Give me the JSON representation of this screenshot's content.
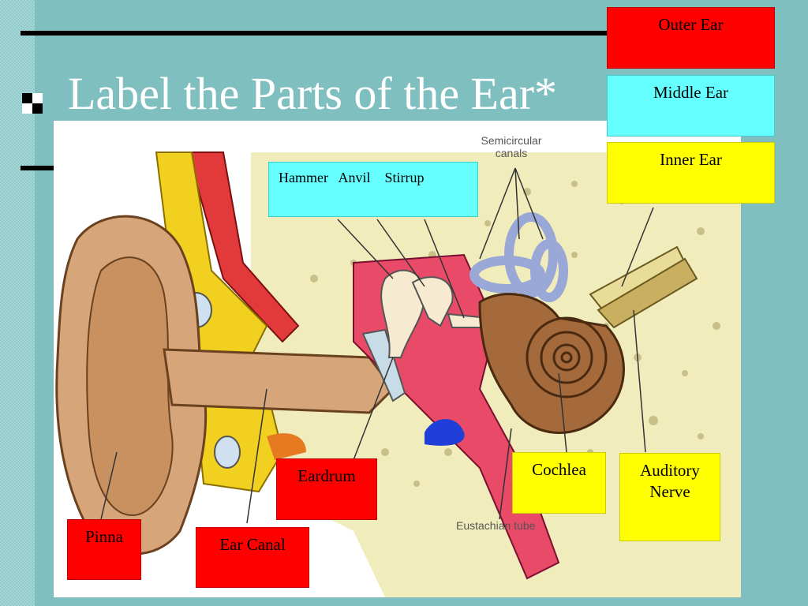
{
  "slide": {
    "title": "Label the Parts of the Ear*"
  },
  "legend": {
    "outer_ear": "Outer Ear",
    "middle_ear": "Middle Ear",
    "inner_ear": "Inner Ear"
  },
  "labels": {
    "ossicles": "Hammer   Anvil    Stirrup",
    "eardrum": "Eardrum",
    "cochlea": "Cochlea",
    "auditory_nerve": "Auditory Nerve",
    "pinna": "Pinna",
    "ear_canal": "Ear Canal"
  },
  "printed_labels": {
    "semicircular_canals": "Semicircular canals",
    "eustachian_tube": "Eustachian tube"
  },
  "colors": {
    "background": "#7fbfbf",
    "outer": "#ff0000",
    "middle": "#66ffff",
    "inner": "#ffff00"
  }
}
